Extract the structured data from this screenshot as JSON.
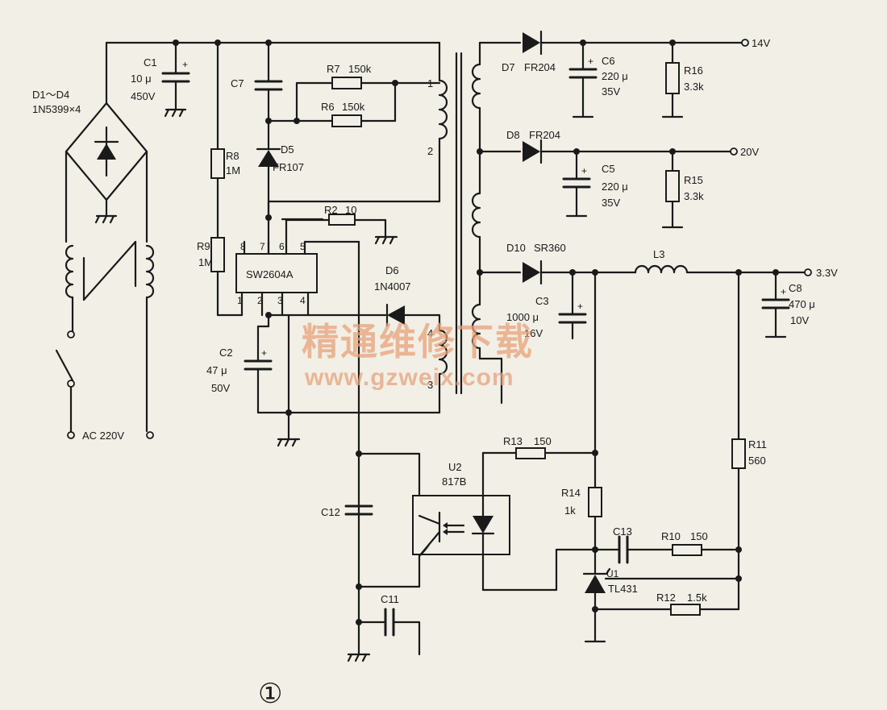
{
  "components": {
    "bridge": {
      "ref": "D1～D4",
      "part": "1N5399×4"
    },
    "c1": {
      "ref": "C1",
      "val1": "10 μ",
      "val2": "450V"
    },
    "c7": {
      "ref": "C7"
    },
    "r7": {
      "ref": "R7",
      "val": "150k"
    },
    "r6": {
      "ref": "R6",
      "val": "150k"
    },
    "r8": {
      "ref": "R8",
      "val": "1M"
    },
    "r9": {
      "ref": "R9",
      "val": "1M"
    },
    "d5": {
      "ref": "D5",
      "part": "FR107"
    },
    "r2": {
      "ref": "R2",
      "val": "10"
    },
    "ic": {
      "part": "SW2604A",
      "pins": [
        "8",
        "7",
        "6",
        "5",
        "1",
        "2",
        "3",
        "4"
      ]
    },
    "d6": {
      "ref": "D6",
      "part": "1N4007"
    },
    "c2": {
      "ref": "C2",
      "val1": "47 μ",
      "val2": "50V"
    },
    "c12": {
      "ref": "C12"
    },
    "c11": {
      "ref": "C11"
    },
    "u2": {
      "ref": "U2",
      "part": "817B"
    },
    "r13": {
      "ref": "R13",
      "val": "150"
    },
    "r14": {
      "ref": "R14",
      "val": "1k"
    },
    "c13": {
      "ref": "C13"
    },
    "r10": {
      "ref": "R10",
      "val": "150"
    },
    "u1": {
      "ref": "U1",
      "part": "TL431"
    },
    "r12": {
      "ref": "R12",
      "val": "1.5k"
    },
    "r11": {
      "ref": "R11",
      "val": "560"
    },
    "d7": {
      "ref": "D7",
      "part": "FR204"
    },
    "c6": {
      "ref": "C6",
      "val1": "220 μ",
      "val2": "35V"
    },
    "r16": {
      "ref": "R16",
      "val": "3.3k"
    },
    "d8": {
      "ref": "D8",
      "part": "FR204"
    },
    "c5": {
      "ref": "C5",
      "val1": "220 μ",
      "val2": "35V"
    },
    "r15": {
      "ref": "R15",
      "val": "3.3k"
    },
    "d10": {
      "ref": "D10",
      "part": "SR360"
    },
    "c3": {
      "ref": "C3",
      "val1": "1000 μ",
      "val2": "16V"
    },
    "l3": {
      "ref": "L3"
    },
    "c8": {
      "ref": "C8",
      "val1": "470 μ",
      "val2": "10V"
    }
  },
  "winding_pins": [
    "1",
    "2",
    "4",
    "3"
  ],
  "outputs": {
    "v14": "14V",
    "v20": "20V",
    "v33": "3.3V"
  },
  "mains": {
    "label": "AC 220V"
  },
  "watermark": {
    "title": "精通维修下载",
    "url": "www.gzweix.com"
  },
  "figure_number": "①",
  "colors": {
    "paper": "#f1efe6",
    "ink": "#1a1a1a",
    "watermark": "#e8a27a"
  }
}
